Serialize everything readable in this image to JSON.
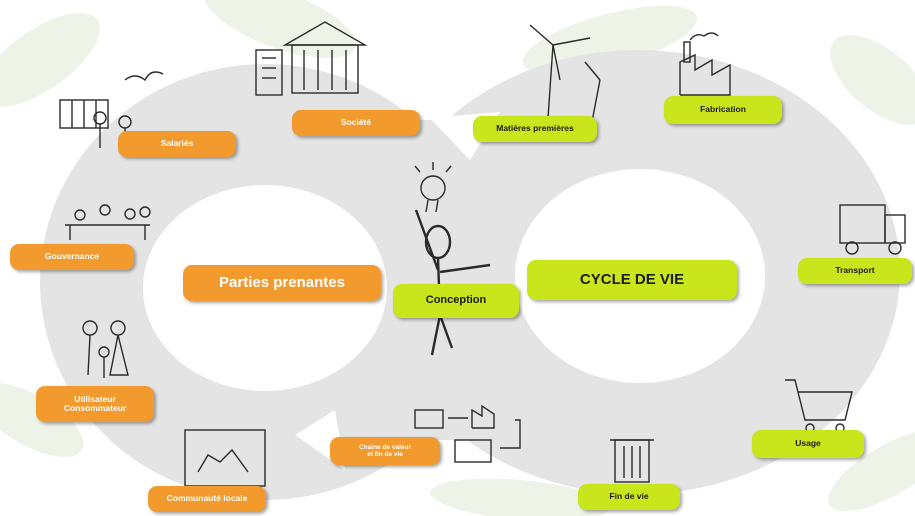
{
  "diagram": {
    "center_label": "Conception",
    "left_loop": {
      "title": "Parties prenantes",
      "items": [
        {
          "key": "societe",
          "label": "Société"
        },
        {
          "key": "salaries",
          "label": "Salariés"
        },
        {
          "key": "gouvernance",
          "label": "Gouvernance"
        },
        {
          "key": "utilisateur",
          "label": "Utilisateur\nConsommateur"
        },
        {
          "key": "communaute",
          "label": "Communauté  locale"
        },
        {
          "key": "chaine",
          "label": "Chaine de valeur\net fin de vie"
        }
      ]
    },
    "right_loop": {
      "title": "CYCLE DE VIE",
      "items": [
        {
          "key": "matieres",
          "label": "Matières premières"
        },
        {
          "key": "fabrication",
          "label": "Fabrication"
        },
        {
          "key": "transport",
          "label": "Transport"
        },
        {
          "key": "usage",
          "label": "Usage"
        },
        {
          "key": "fin_de_vie",
          "label": "Fin de vie"
        }
      ]
    },
    "colors": {
      "stakeholder_label": "#f29a2e",
      "lifecycle_label": "#c9e51b",
      "loop_band": "#e4e4e4",
      "background_leaves": "#eef3e8"
    },
    "illustrations": [
      "office-building-icon",
      "bank-building-icon",
      "wind-turbine-icon",
      "factory-icon",
      "truck-icon",
      "shopping-cart-icon",
      "trash-bin-icon",
      "workers-icon",
      "governance-icon",
      "family-icon",
      "house-frame-icon",
      "value-chain-icon",
      "lightbulb-icon",
      "stick-figure-icon"
    ]
  }
}
